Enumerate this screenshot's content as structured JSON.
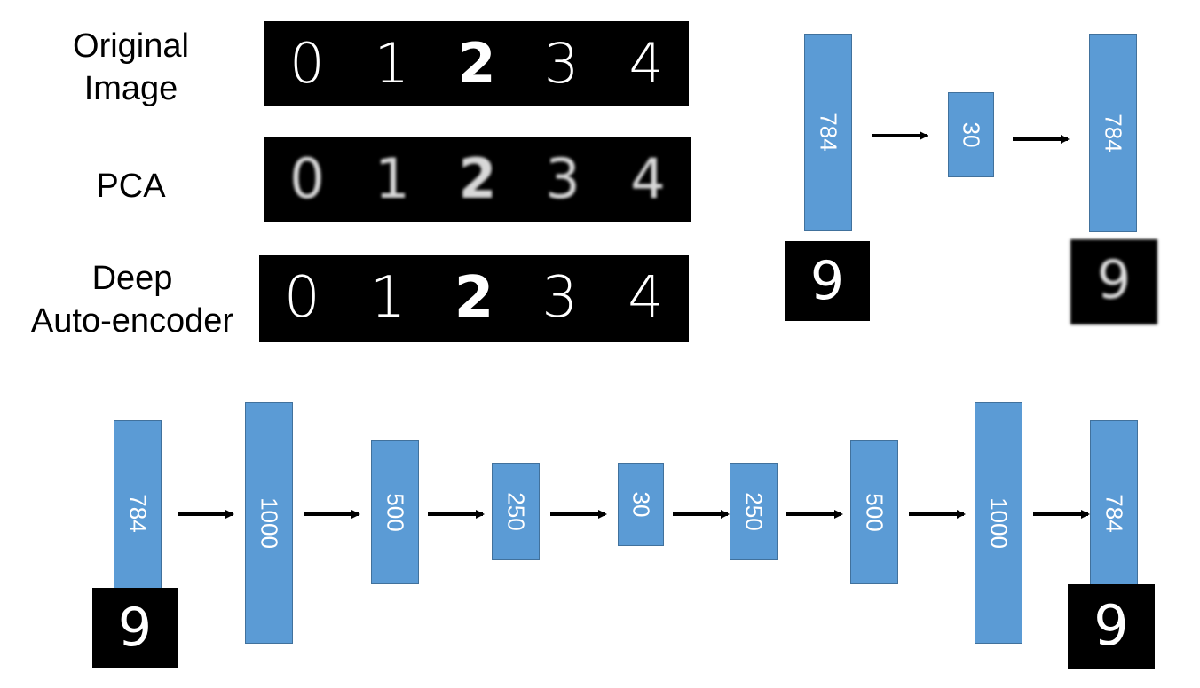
{
  "labels": {
    "original": "Original\nImage",
    "pca": "PCA",
    "deep": "Deep\nAuto-encoder"
  },
  "digits": [
    "0",
    "1",
    "2",
    "3",
    "4"
  ],
  "sample_digit": "9",
  "top_network": {
    "layers": [
      "784",
      "30",
      "784"
    ]
  },
  "bottom_network": {
    "layers": [
      "784",
      "1000",
      "500",
      "250",
      "30",
      "250",
      "500",
      "1000",
      "784"
    ]
  },
  "colors": {
    "layer_fill": "#5b9bd5",
    "layer_border": "#41719c",
    "arrow": "#000000"
  }
}
